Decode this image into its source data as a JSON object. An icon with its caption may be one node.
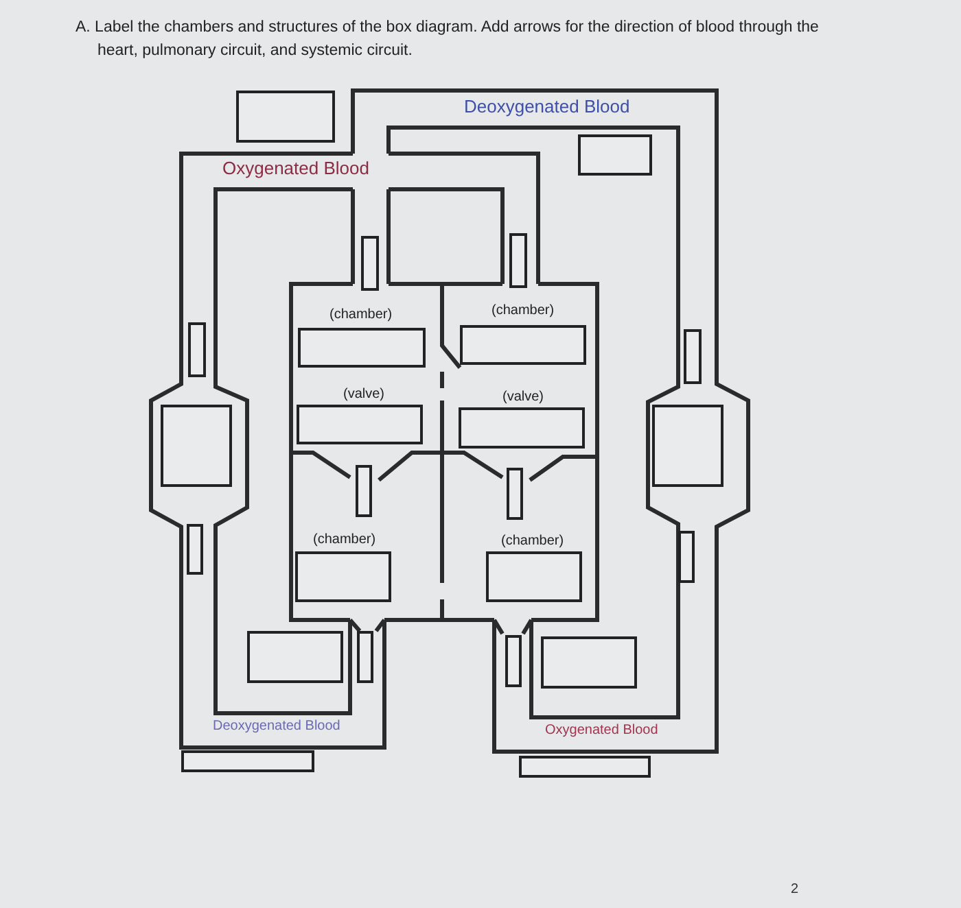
{
  "diagram": {
    "title": "A. Label the chambers and structures of the box diagram. Add arrows for the direction of blood through the heart, pulmonary circuit, and systemic circuit.",
    "labels": [
      "Deoxygenated Blood",
      "Oxygenated Blood",
      "(chamber)",
      "(chamber)",
      "(valve)",
      "(valve)",
      "(chamber)",
      "(chamber)",
      "Deoxygenated Blood",
      "Oxygenated Blood",
      "2"
    ]
  }
}
